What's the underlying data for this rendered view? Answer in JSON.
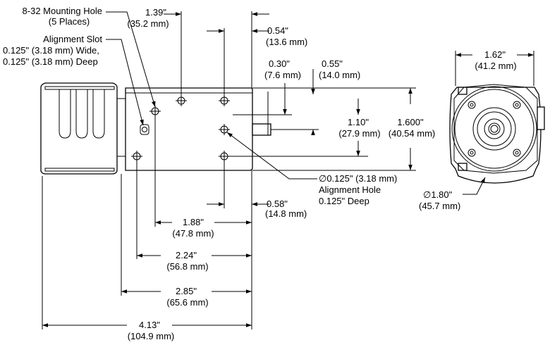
{
  "labels": {
    "mounting_hole_1": "8-32 Mounting Hole",
    "mounting_hole_2": "(5 Places)",
    "slot_1": "Alignment Slot",
    "slot_2": "0.125\" (3.18 mm) Wide,",
    "slot_3": "0.125\" (3.18 mm) Deep",
    "align_hole_1": "∅0.125\" (3.18 mm)",
    "align_hole_2": "Alignment Hole",
    "align_hole_3": "0.125\" Deep"
  },
  "dims": {
    "d139_in": "1.39\"",
    "d139_mm": "(35.2 mm)",
    "d054_in": "0.54\"",
    "d054_mm": "(13.6 mm)",
    "d030_in": "0.30\"",
    "d030_mm": "(7.6 mm)",
    "d055_in": "0.55\"",
    "d055_mm": "(14.0 mm)",
    "d110_in": "1.10\"",
    "d110_mm": "(27.9 mm)",
    "d1600_in": "1.600\"",
    "d1600_mm": "(40.54 mm)",
    "d058_in": "0.58\"",
    "d058_mm": "(14.8 mm)",
    "d188_in": "1.88\"",
    "d188_mm": "(47.8 mm)",
    "d224_in": "2.24\"",
    "d224_mm": "(56.8 mm)",
    "d285_in": "2.85\"",
    "d285_mm": "(65.6 mm)",
    "d413_in": "4.13\"",
    "d413_mm": "(104.9 mm)",
    "d162_in": "1.62\"",
    "d162_mm": "(41.2 mm)",
    "d180_in": "∅1.80\"",
    "d180_mm": "(45.7 mm)"
  }
}
